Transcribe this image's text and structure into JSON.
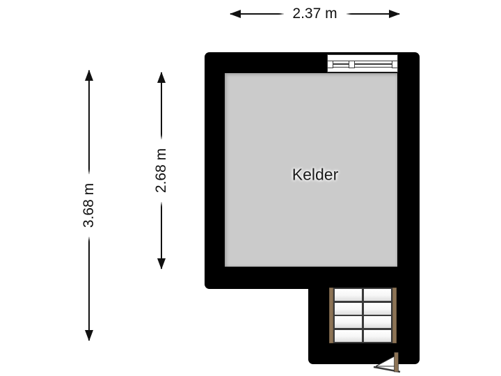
{
  "plan": {
    "room_label": "Kelder",
    "dimensions": {
      "total_width": "2.37 m",
      "total_height": "3.68 m",
      "room_height": "2.68 m"
    },
    "colors": {
      "background": "#ffffff",
      "wall": "#000000",
      "floor": "#cbcbcb",
      "fixture": "#ffffff",
      "stringer": "#8c7355",
      "tread_line": "#3a3a3a",
      "dim": "#111111",
      "label_text": "#1a1a1a"
    },
    "symbols": {
      "window": "window-symbol",
      "stairs": "stairs-symbol",
      "stair_exit": "stair-exit-symbol"
    }
  }
}
